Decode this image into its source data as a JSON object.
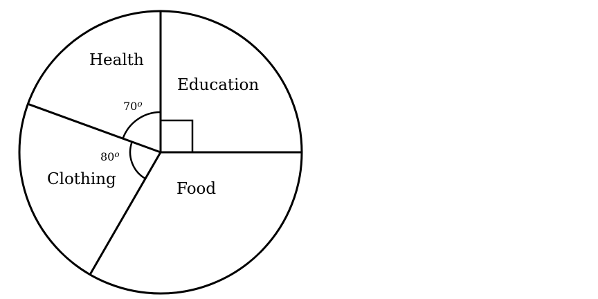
{
  "chart_data": {
    "type": "pie",
    "title": "",
    "categories": [
      "Education",
      "Food",
      "Clothing",
      "Health"
    ],
    "values": [
      90,
      120,
      80,
      70
    ],
    "unit": "degrees",
    "slices": [
      {
        "label": "Education",
        "angle": 90,
        "angle_label": "",
        "marker": "right-angle"
      },
      {
        "label": "Food",
        "angle": 120,
        "angle_label": ""
      },
      {
        "label": "Clothing",
        "angle": 80,
        "angle_label": "80",
        "angle_sup": "o"
      },
      {
        "label": "Health",
        "angle": 70,
        "angle_label": "70",
        "angle_sup": "o"
      }
    ],
    "legend": "none",
    "stroke_color": "#000000",
    "fill_color": "#ffffff"
  }
}
